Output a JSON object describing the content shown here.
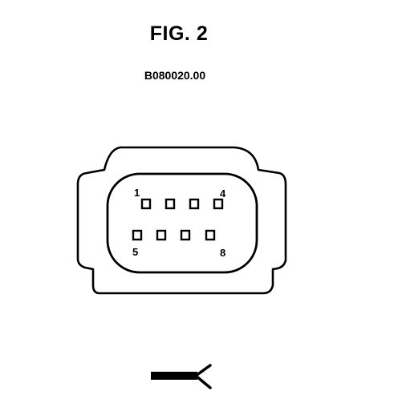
{
  "figure": {
    "title": "FIG. 2",
    "code": "B080020.00"
  },
  "connector": {
    "pin_labels": {
      "top_left": "1",
      "top_right": "4",
      "bottom_left": "5",
      "bottom_right": "8"
    },
    "pin_count": 8,
    "pins_per_row": 4
  },
  "harness": {
    "icon": "wire-harness-icon"
  }
}
